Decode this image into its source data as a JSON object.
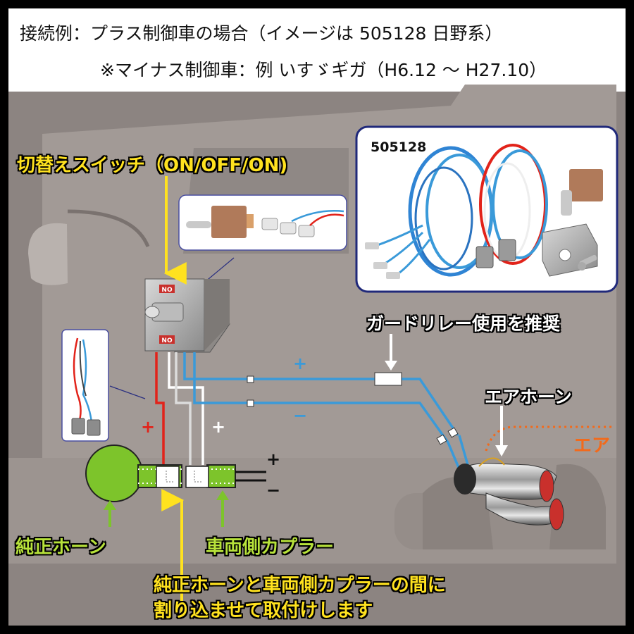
{
  "header": {
    "title": "接続例：プラス制御車の場合（イメージは 505128 日野系）",
    "subtitle": "※マイナス制御車：例 いすゞギガ（H6.12 ～ H27.10）"
  },
  "labels": {
    "switch": "切替えスイッチ（ON/OFF/ON)",
    "relay": "ガードリレー使用を推奨",
    "air_horn": "エアホーン",
    "air": "エア",
    "stock_horn": "純正ホーン",
    "coupler": "車両側カプラー",
    "install_line1": "純正ホーンと車両側カプラーの間に",
    "install_line2": "割り込ませて取付けします",
    "product_code": "505128",
    "switch_face": "NO"
  },
  "signs": {
    "plus": "+",
    "minus": "−",
    "blue_plus": "+",
    "blue_minus": "−",
    "white_plus": "+",
    "red_plus": "+"
  },
  "colors": {
    "background": "#8c8481",
    "truck": "#a29a96",
    "red_wire": "#e2231a",
    "white_wire": "#ffffff",
    "blue_wire": "#3a9ad9",
    "yellow": "#ffe21f",
    "green": "#7dc42b",
    "orange": "#f26a1b"
  }
}
